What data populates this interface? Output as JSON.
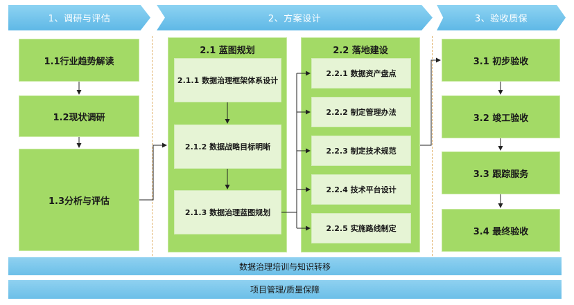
{
  "phases": [
    {
      "label": "1、调研与评估"
    },
    {
      "label": "2、方案设计"
    },
    {
      "label": "3、验收质保"
    }
  ],
  "research": {
    "items": [
      {
        "label": "1.1行业趋势解读"
      },
      {
        "label": "1.2现状调研"
      },
      {
        "label": "1.3分析与评估"
      }
    ]
  },
  "blueprint": {
    "title": "2.1 蓝图规划",
    "items": [
      {
        "label": "2.1.1 数据治理框架体系设计"
      },
      {
        "label": "2.1.2 数据战略目标明晰"
      },
      {
        "label": "2.1.3 数据治理蓝图规划"
      }
    ]
  },
  "construction": {
    "title": "2.2 落地建设",
    "items": [
      {
        "label": "2.2.1 数据资产盘点"
      },
      {
        "label": "2.2.2 制定管理办法"
      },
      {
        "label": "2.2.3 制定技术规范"
      },
      {
        "label": "2.2.4 技术平台设计"
      },
      {
        "label": "2.2.5 实施路线制定"
      }
    ]
  },
  "acceptance": {
    "items": [
      {
        "label": "3.1 初步验收"
      },
      {
        "label": "3.2 竣工验收"
      },
      {
        "label": "3.3 跟踪服务"
      },
      {
        "label": "3.4 最终验收"
      }
    ]
  },
  "bars": [
    {
      "label": "数据治理培训与知识转移"
    },
    {
      "label": "项目管理/质量保障"
    }
  ],
  "colors": {
    "chevron": "#6cc0ea",
    "green_box": "#a3da66",
    "pale_box": "#e6f4d5",
    "bar": "#7cc7ec",
    "divider": "#e2b36e"
  }
}
